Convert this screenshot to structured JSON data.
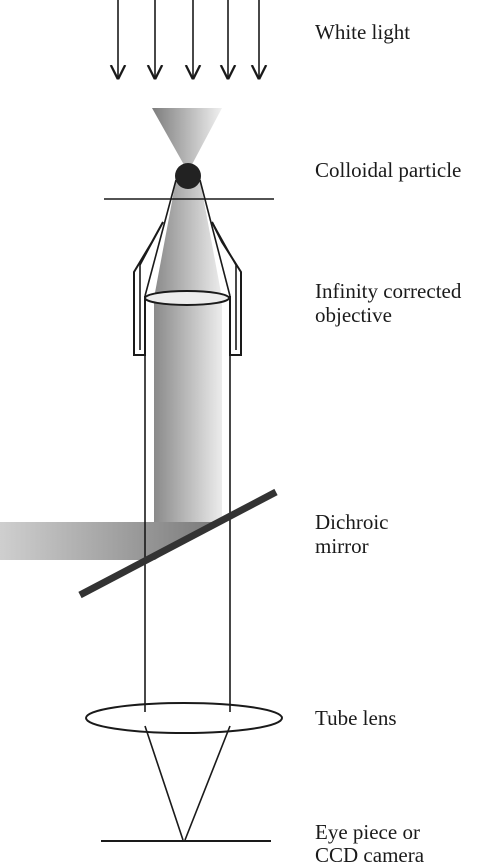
{
  "labels": {
    "white_light": "White light",
    "colloidal_particle": "Colloidal particle",
    "objective_line1": "Infinity corrected",
    "objective_line2": "objective",
    "dichroic_line1": "Dichroic",
    "dichroic_line2": "mirror",
    "tube_lens": "Tube lens",
    "detector_line1": "Eye piece or",
    "detector_line2": "CCD camera"
  },
  "colors": {
    "ink": "#1a1a1a",
    "gradient_dark": "#7a7a7a",
    "gradient_light": "#f0f0f0",
    "particle": "#222222",
    "mirror": "#333333"
  }
}
